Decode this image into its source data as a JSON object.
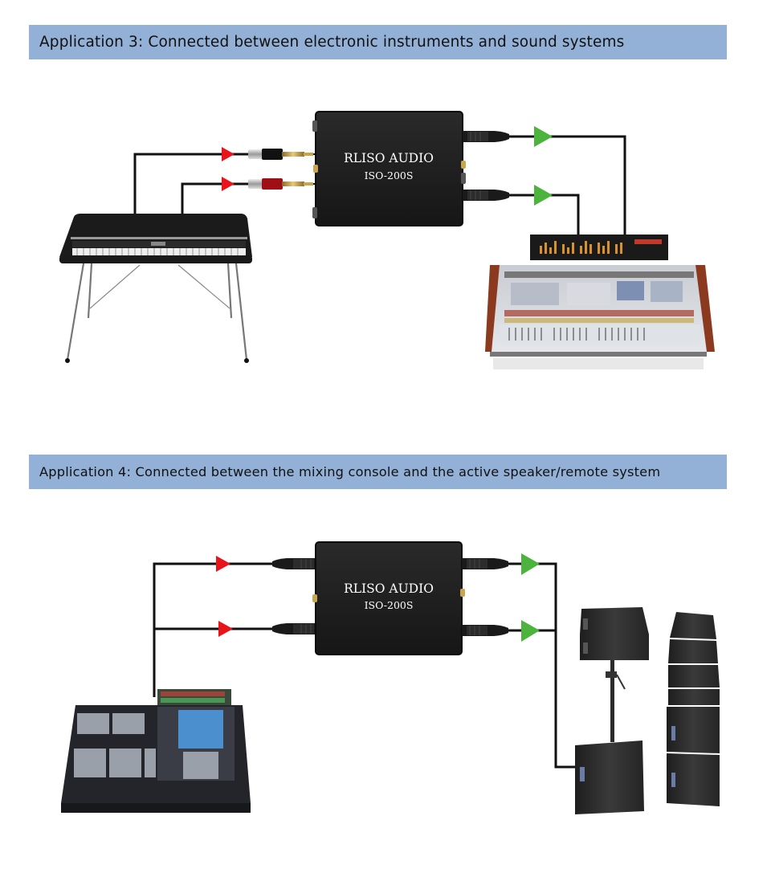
{
  "sections": [
    {
      "title": "Application 3: Connected between electronic instruments and sound systems",
      "source_device": "electric piano on stand",
      "isolator": {
        "brand": "RLISO AUDIO",
        "model": "ISO-200S"
      },
      "input_connectors": [
        "6.35mm TS jack (black)",
        "6.35mm TS jack (red)"
      ],
      "output_connectors": [
        "XLR male",
        "XLR male"
      ],
      "destination_device": "digital mixing console",
      "input_arrow_color": "#e8141a",
      "output_arrow_color": "#4cb43c"
    },
    {
      "title": "Application 4: Connected between the mixing console and the active speaker/remote system",
      "source_device": "digital mixing console",
      "isolator": {
        "brand": "RLISO AUDIO",
        "model": "ISO-200S"
      },
      "input_connectors": [
        "XLR female",
        "XLR female"
      ],
      "output_connectors": [
        "XLR male",
        "XLR male"
      ],
      "destination_device": "line array speakers with subwoofers",
      "input_arrow_color": "#e8141a",
      "output_arrow_color": "#4cb43c"
    }
  ],
  "colors": {
    "banner_bg": "#93b1d6",
    "banner_text": "#111111",
    "wire": "#111111",
    "device_body": "#1c1c1c"
  }
}
